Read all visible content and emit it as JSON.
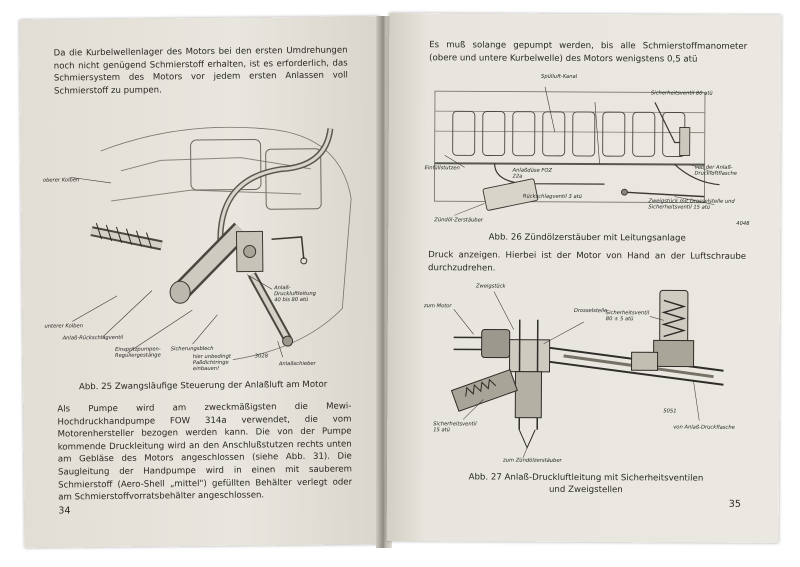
{
  "left_page": {
    "paragraph_1": "Da die Kurbelwellenlager des Motors bei den ersten Umdrehungen noch nicht genügend Schmierstoff erhalten, ist es erforderlich, das Schmiersystem des Motors vor jedem ersten Anlassen voll Schmierstoff zu pumpen.",
    "figure_25": {
      "labels": {
        "oberer_kolben": "oberer Kolben",
        "unterer_kolben": "unterer Kolben",
        "anlass_rueckschlagventil": "Anlaß-Rückschlagventil",
        "einspritzpumpen_reguliergestaenge": "Einspritzpumpen-Reguliergestänge",
        "sicherungsblech": "Sicherungsblech",
        "hier_unbedingt": "hier unbedingt Paßdichtringe einbauen!",
        "anlass_druckluftleitung": "Anlaß-Druckluftleitung 40 bis 80 atü",
        "anlassschieber": "Anlaßschieber",
        "figure_number": "3028"
      },
      "caption": "Abb. 25 Zwangsläufige Steuerung der Anlaßluft am Motor"
    },
    "paragraph_2": "Als Pumpe wird am zweckmäßigsten die Mewi-Hochdruckhandpumpe FOW 314a verwendet, die vom Motorenhersteller bezogen werden kann. Die von der Pumpe kommende Druckleitung wird an den Anschlußstutzen rechts unten am Gebläse des Motors angeschlossen (siehe Abb. 31). Die Saugleitung der Handpumpe wird in einen mit sauberem Schmierstoff (Aero-Shell „mittel\") gefüllten Behälter verlegt oder am Schmierstoffvorratsbehälter angeschlossen.",
    "page_number": "34"
  },
  "right_page": {
    "paragraph_1": "Es muß solange gepumpt werden, bis alle Schmierstoffmanometer (obere und untere Kurbelwelle) des Motors wenigstens 0,5 atü",
    "figure_26": {
      "labels": {
        "spuelluft_kanal": "Spülluft-Kanal",
        "sicherheitsventil_80": "Sicherheitsventil 80 atü",
        "einfuellstutzen": "Einfüllstutzen",
        "anlassduese": "Anlaßdüse FOZ 22a",
        "rueckschlagventil": "Rückschlagventil 3 atü",
        "von_der_anlass": "von der Anlaß-Druckluftflasche",
        "zweigstueck": "Zweigstück mit Drosselstelle und Sicherheitsventil 15 atü",
        "zuendoel_zerstaeuber": "Zündöl-Zerstäuber",
        "figure_number": "4048"
      },
      "caption": "Abb. 26 Zündölzerstäuber mit Leitungsanlage"
    },
    "paragraph_2": "Druck anzeigen. Hierbei ist der Motor von Hand an der Luftschraube durchzudrehen.",
    "figure_27": {
      "labels": {
        "zweigstueck": "Zweigstück",
        "zum_motor": "zum Motor",
        "drosselstelle": "Drosselstelle",
        "sicherheitsventil_80": "Sicherheitsventil 80 ± 5 atü",
        "sicherheitsventil_15": "Sicherheitsventil 15 atü",
        "von_anlass": "von Anlaß-Druckflasche",
        "zum_zuendoel": "zum Zündölzerstäuber",
        "figure_number": "5051"
      },
      "caption_line_1": "Abb. 27 Anlaß-Druckluftleitung mit Sicherheitsventilen",
      "caption_line_2": "und Zweigstellen"
    },
    "page_number": "35"
  }
}
